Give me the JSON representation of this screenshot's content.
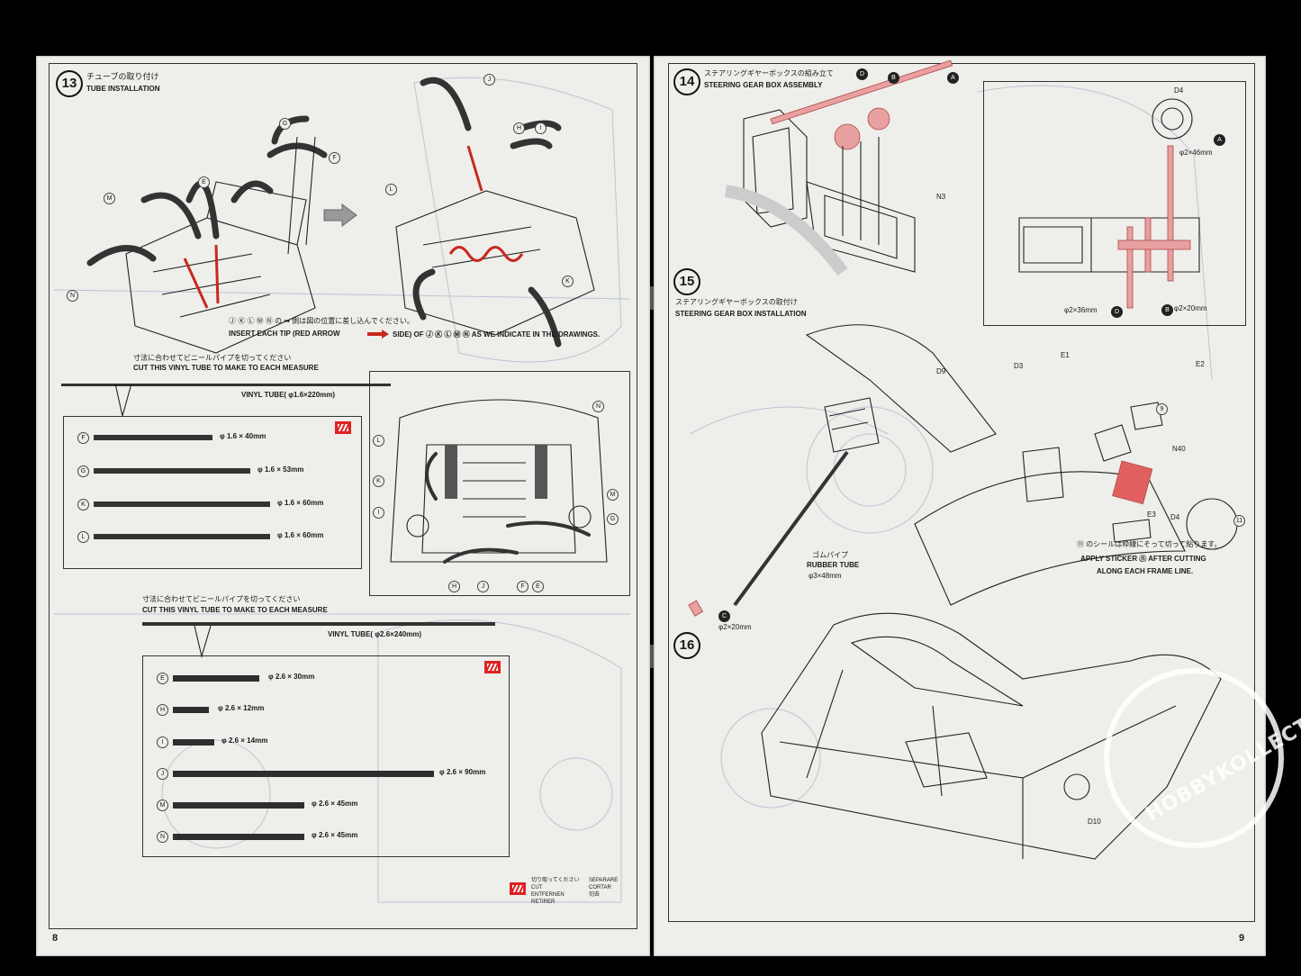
{
  "left_page": {
    "step13": {
      "number": "13",
      "title_jp": "チューブの取り付け",
      "title_en": "TUBE INSTALLATION",
      "note_jp": "Ⓙ Ⓚ Ⓛ Ⓜ Ⓝ の ➡ 側は図の位置に差し込んでください。",
      "note_en_1": "INSERT EACH TIP (RED ARROW",
      "note_en_2": "SIDE) OF Ⓙ Ⓚ Ⓛ Ⓜ Ⓝ AS WE INDICATE IN THE DRAWINGS.",
      "labels_left": [
        "G",
        "F",
        "E",
        "M",
        "N"
      ],
      "labels_right": [
        "J",
        "H",
        "I",
        "L",
        "K"
      ]
    },
    "cut1": {
      "heading_jp": "寸法に合わせてビニールパイプを切ってください",
      "heading_en": "CUT THIS VINYL TUBE TO MAKE TO EACH MEASURE",
      "tube_label": "VINYL TUBE( φ1.6×220mm)",
      "items": [
        {
          "letter": "F",
          "label": "φ 1.6 × 40mm"
        },
        {
          "letter": "G",
          "label": "φ 1.6 × 53mm"
        },
        {
          "letter": "K",
          "label": "φ 1.6 × 60mm"
        },
        {
          "letter": "L",
          "label": "φ 1.6 × 60mm"
        }
      ]
    },
    "diagram_labels": [
      "N",
      "L",
      "K",
      "M",
      "I",
      "G",
      "H",
      "J",
      "F",
      "E"
    ],
    "cut2": {
      "heading_jp": "寸法に合わせてビニールパイプを切ってください",
      "heading_en": "CUT THIS VINYL TUBE TO MAKE TO EACH MEASURE",
      "tube_label": "VINYL TUBE( φ2.6×240mm)",
      "items": [
        {
          "letter": "E",
          "label": "φ 2.6 × 30mm"
        },
        {
          "letter": "H",
          "label": "φ 2.6 × 12mm"
        },
        {
          "letter": "I",
          "label": "φ 2.6 × 14mm"
        },
        {
          "letter": "J",
          "label": "φ 2.6 × 90mm"
        },
        {
          "letter": "M",
          "label": "φ 2.6 × 45mm"
        },
        {
          "letter": "N",
          "label": "φ 2.6 × 45mm"
        }
      ]
    },
    "legend": {
      "jp_cut": "切り取ってください",
      "en_cut": "CUT",
      "de_cut": "ENTFERNEN",
      "fr_cut": "RETIRER",
      "separare": "SEPARARE",
      "cortar": "CORTAR",
      "cn_cut": "切去"
    },
    "page_number": "8"
  },
  "right_page": {
    "step14": {
      "number": "14",
      "title_jp": "ステアリングギヤーボックスの組み立て",
      "title_en": "STEERING GEAR BOX ASSEMBLY",
      "labels": [
        "D",
        "B",
        "A",
        "N3"
      ],
      "detail": {
        "d4": "D4",
        "a_size": "φ2×46mm",
        "d_size": "φ2×36mm",
        "b_size": "φ2×20mm"
      }
    },
    "step15": {
      "number": "15",
      "title_jp": "ステアリングギヤーボックスの取付け",
      "title_en": "STEERING GEAR BOX INSTALLATION",
      "labels": {
        "d9": "D9",
        "d3": "D3",
        "e1": "E1",
        "e2": "E2",
        "nine": "9",
        "n40": "N40",
        "e3": "E3",
        "d4": "D4",
        "eleven": "11"
      },
      "rubber_tube_jp": "ゴムパイプ",
      "rubber_tube_en": "RUBBER TUBE",
      "rubber_tube_size": "φ3×48mm",
      "c_size": "φ2×20mm",
      "sticker_jp": "⑪ のシールは枠線にそって切って貼ります。",
      "sticker_en_1": "APPLY STICKER ⑪ AFTER CUTTING",
      "sticker_en_2": "ALONG  EACH FRAME LINE."
    },
    "step16": {
      "number": "16",
      "labels": [
        "D10"
      ]
    },
    "page_number": "9"
  },
  "watermark": "HOBBYKOLLECTIBLES",
  "colors": {
    "paper": "#eeeeea",
    "background": "#000000",
    "accent_red": "#c8281e",
    "part_pink": "#e8a0a0",
    "ghost_blue": "#b9c6d6"
  }
}
